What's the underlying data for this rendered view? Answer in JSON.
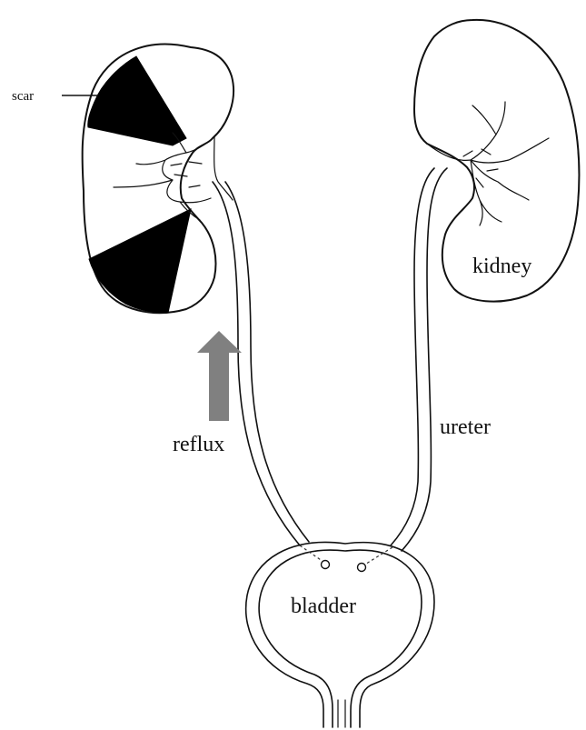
{
  "labels": {
    "scar": "scar",
    "kidney": "kidney",
    "reflux": "reflux",
    "ureter": "ureter",
    "bladder": "bladder"
  },
  "colors": {
    "outline": "#111111",
    "scar_fill": "#000000",
    "arrow": "#808080",
    "background": "#ffffff"
  }
}
